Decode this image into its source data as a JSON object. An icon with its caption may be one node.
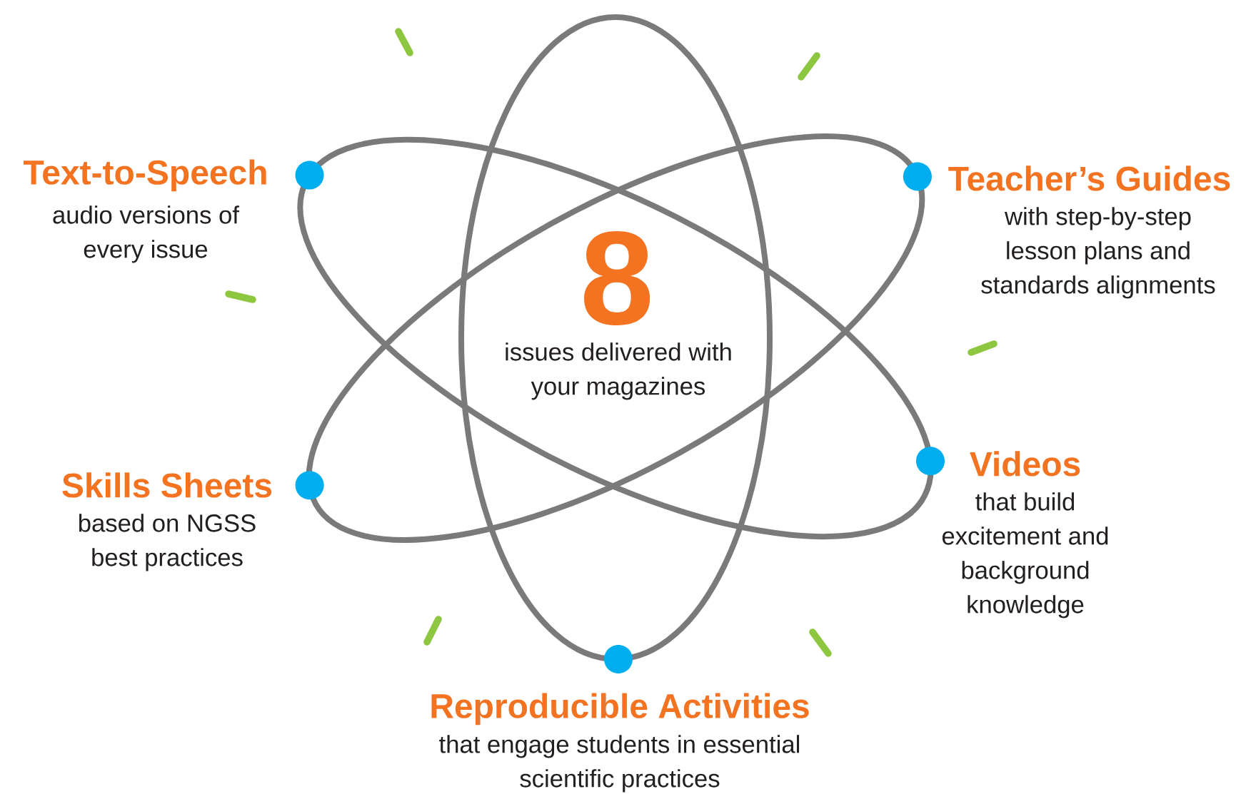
{
  "diagram": {
    "nodes": [
      {
        "text": [],
        "shape": "circle",
        "beside": [
          "Text-to-Speech",
          "audio versions of every issue"
        ]
      },
      {
        "text": [],
        "shape": "circle",
        "beside": [
          "Teacher’s Guides",
          "with step-by-step lesson plans and standards alignments"
        ]
      },
      {
        "text": [],
        "shape": "circle",
        "beside": [
          "Skills Sheets",
          "based on NGSS best practices"
        ]
      },
      {
        "text": [],
        "shape": "circle",
        "beside": [
          "Videos",
          "that build excitement and background knowledge"
        ]
      },
      {
        "text": [],
        "shape": "circle",
        "beside": [
          "Reproducible Activities",
          "that engage students in essential scientific practices"
        ]
      }
    ],
    "labels": [
      "8",
      "issues delivered with your magazines"
    ]
  }
}
